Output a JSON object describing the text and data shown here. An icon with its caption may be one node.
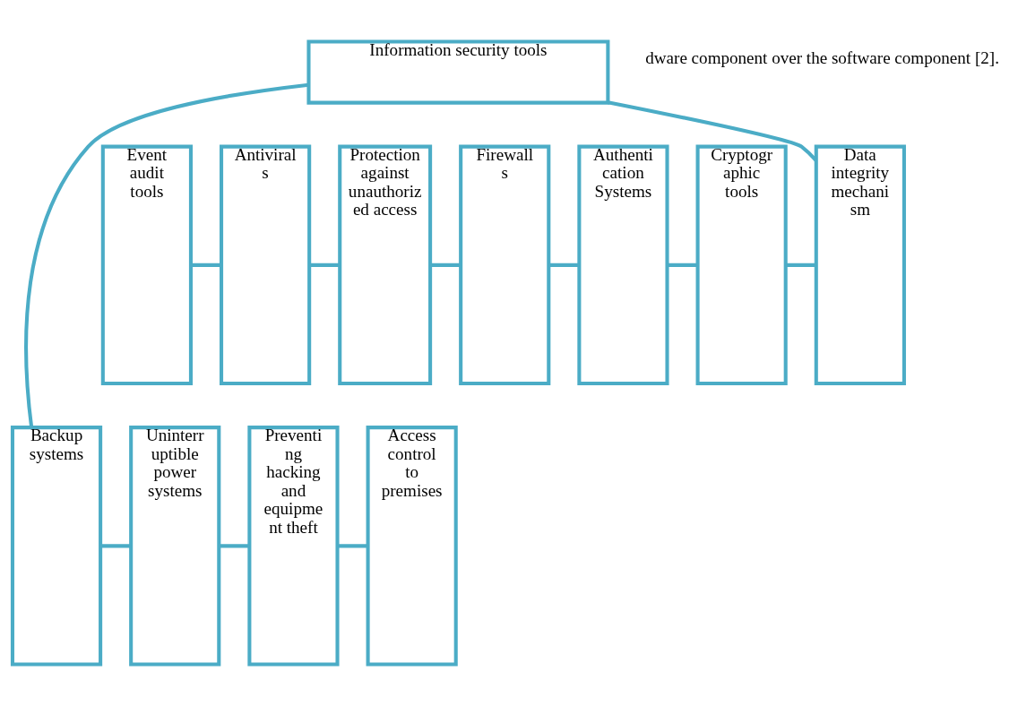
{
  "diagram": {
    "nodes": [
      {
        "text": [
          "Information security tools"
        ]
      },
      {
        "text": [
          "Event audit tools"
        ]
      },
      {
        "text": [
          "Antiviral s"
        ]
      },
      {
        "text": [
          "Protection against unauthoriz ed access"
        ]
      },
      {
        "text": [
          "Firewall s"
        ]
      },
      {
        "text": [
          "Authenti cation Systems"
        ]
      },
      {
        "text": [
          "Cryptogr aphic tools"
        ]
      },
      {
        "text": [
          "Data integrity mechani sm"
        ]
      },
      {
        "text": [
          "Backup systems"
        ]
      },
      {
        "text": [
          "Uninterr uptible power systems"
        ]
      },
      {
        "text": [
          "Preventi ng hacking and equipme nt theft"
        ]
      },
      {
        "text": [
          "Access control to premises"
        ]
      }
    ],
    "edges": [
      {
        "from": 0,
        "to": 7,
        "arrow": "none"
      },
      {
        "from": 1,
        "to": 2,
        "arrow": "none"
      },
      {
        "from": 2,
        "to": 3,
        "arrow": "none"
      },
      {
        "from": 3,
        "to": 4,
        "arrow": "none"
      },
      {
        "from": 4,
        "to": 5,
        "arrow": "none"
      },
      {
        "from": 5,
        "to": 6,
        "arrow": "none"
      },
      {
        "from": 6,
        "to": 7,
        "arrow": "none"
      },
      {
        "from": 0,
        "to": 8,
        "arrow": "none"
      },
      {
        "from": 8,
        "to": 9,
        "arrow": "none"
      },
      {
        "from": 9,
        "to": 10,
        "arrow": "none"
      },
      {
        "from": 10,
        "to": 11,
        "arrow": "none"
      }
    ],
    "labels": [
      "dware component over the software component [2]."
    ]
  }
}
